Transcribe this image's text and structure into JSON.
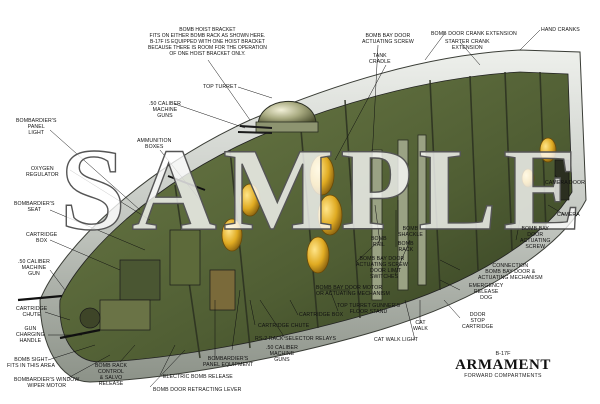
{
  "note": [
    "BOMB HOIST BRACKET",
    "FITS ON EITHER BOMB RACK AS SHOWN HERE.",
    "B-17F IS EQUIPPED WITH ONE HOIST BRACKET",
    "BECAUSE THERE IS ROOM FOR THE OPERATION",
    "OF ONE HOIST BRACKET ONLY."
  ],
  "labels": {
    "top_turret": "TOP TURRET",
    "cal50_guns_top": [
      ".50 CALIBER",
      "MACHINE",
      "GUNS"
    ],
    "bombardier_panel_light": [
      "BOMBARDIER'S",
      "PANEL",
      "LIGHT"
    ],
    "ammunition_boxes": [
      "AMMUNITION",
      "BOXES"
    ],
    "oxygen_regulator": [
      "OXYGEN",
      "REGULATOR"
    ],
    "bombardier_seat": [
      "BOMBARDIER'S",
      "SEAT"
    ],
    "cartridge_box_left": [
      "CARTRIDGE",
      "BOX"
    ],
    "cal50_gun_left": [
      ".50 CALIBER",
      "MACHINE",
      "GUN"
    ],
    "cartridge_chute_left": [
      "CARTRIDGE",
      "CHUTE"
    ],
    "gun_charging_handle": [
      "GUN",
      "CHARGING",
      "HANDLE"
    ],
    "bomb_sight": [
      "BOMB SIGHT",
      "FITS IN THIS AREA"
    ],
    "bombardier_window_wiper": [
      "BOMBARDIER'S WINDOW",
      "WIPER MOTOR"
    ],
    "bomb_rack_control": [
      "BOMB RACK",
      "CONTROL",
      "& SALVO",
      "RELEASE"
    ],
    "electric_bomb_release": "ELECTRIC BOMB RELEASE",
    "bomb_door_retracting_lever": "BOMB DOOR RETRACTING LEVER",
    "bombardier_panel_equipment": [
      "BOMBARDIER'S",
      "PANEL EQUIPMENT"
    ],
    "cal50_guns_bottom": [
      ".50 CALIBER",
      "MACHINE",
      "GUNS"
    ],
    "rs2_rack_selector": "RS-2 RACK SELECTOR RELAYS",
    "cartridge_chute_bottom": "CARTRIDGE CHUTE",
    "cartridge_box_bottom": "CARTRIDGE BOX",
    "bomb_bay_door_actuating_screw_top": [
      "BOMB BAY DOOR",
      "ACTUATING SCREW"
    ],
    "tank_cradle": [
      "TANK",
      "CRADLE"
    ],
    "bomb_door_crank_extension": "BOMB DOOR CRANK EXTENSION",
    "starter_crank_extension": [
      "STARTER CRANK",
      "EXTENSION"
    ],
    "hand_cranks": "HAND CRANKS",
    "camera_door": "CAMERA DOOR",
    "camera": "CAMERA",
    "bomb_bay_door_actuating_screw_right": [
      "BOMB BAY",
      "DOOR",
      "ACTUATING",
      "SCREW"
    ],
    "bomb_shackle": [
      "BOMB",
      "SHACKLE"
    ],
    "bomb_rail": [
      "BOMB",
      "RAIL"
    ],
    "bomb_rack": [
      "BOMB",
      "RACK"
    ],
    "bomb_bay_door_actuating_screw_mid": [
      "BOMB BAY DOOR",
      "ACTUATING SCREW"
    ],
    "door_limit_switches": [
      "DOOR LIMIT",
      "SWITCHES"
    ],
    "bomb_bay_door_motor": [
      "BOMB BAY DOOR MOTOR",
      "OR ACTUATING MECHANISM"
    ],
    "connection_bomb_bay_door": [
      "CONNECTION",
      "BOMB BAY DOOR &",
      "ACTUATING MECHANISM"
    ],
    "emergency_release_dog": [
      "EMERGENCY",
      "RELEASE",
      "DOG"
    ],
    "top_turret_gunner_floor": [
      "TOP TURRET GUNNER'S",
      "FLOOR STAND"
    ],
    "door_stop_cartridge": [
      "DOOR",
      "STOP",
      "CARTRIDGE"
    ],
    "cat_walk": [
      "CAT",
      "WALK"
    ],
    "cat_walk_light": "CAT WALK LIGHT"
  },
  "title": {
    "model": "B-17F",
    "main": "ARMAMENT",
    "sub": "FORWARD COMPARTMENTS"
  },
  "watermark": "SAMPLE",
  "colors": {
    "interior_green": "#5b6b3c",
    "skin_gray": "#c9cdc9",
    "oxygen_yellow": "#e4b52a",
    "frame_dark": "#2f3326",
    "leader": "#111111"
  }
}
